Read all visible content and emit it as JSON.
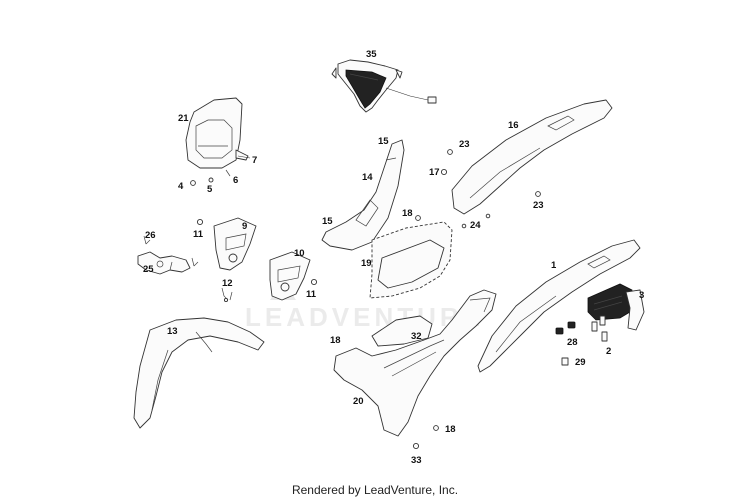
{
  "watermark": "LEADVENTURE",
  "footer": "Rendered by LeadVenture, Inc.",
  "callouts": {
    "c1": "1",
    "c2": "2",
    "c3": "3",
    "c4": "4",
    "c5": "5",
    "c6": "6",
    "c7": "7",
    "c9": "9",
    "c10": "10",
    "c11a": "11",
    "c11b": "11",
    "c12": "12",
    "c13": "13",
    "c14": "14",
    "c15a": "15",
    "c15b": "15",
    "c16": "16",
    "c17": "17",
    "c18a": "18",
    "c18b": "18",
    "c18c": "18",
    "c19": "19",
    "c20": "20",
    "c21": "21",
    "c23a": "23",
    "c23b": "23",
    "c24": "24",
    "c25": "25",
    "c26": "26",
    "c28": "28",
    "c29": "29",
    "c32": "32",
    "c33": "33",
    "c35": "35"
  }
}
